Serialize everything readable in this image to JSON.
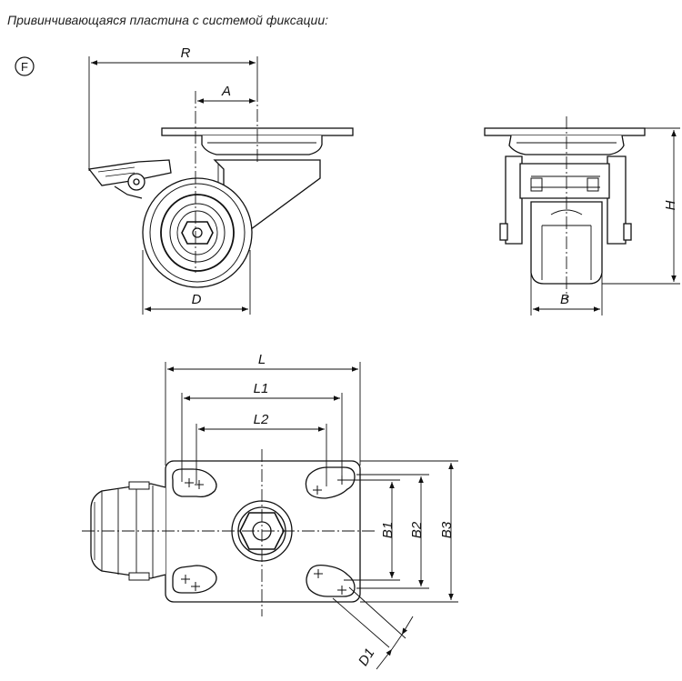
{
  "caption": "Привинчивающаяся пластина с системой фиксации:",
  "variant_badge": "F",
  "dimensions": {
    "R": "R",
    "A": "A",
    "D": "D",
    "B": "B",
    "H": "H",
    "L": "L",
    "L1": "L1",
    "L2": "L2",
    "B1": "B1",
    "B2": "B2",
    "B3": "B3",
    "D1": "D1"
  }
}
